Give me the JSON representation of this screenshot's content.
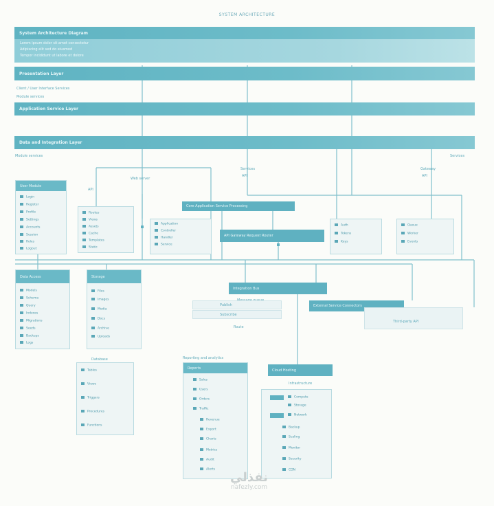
{
  "title": "SYSTEM ARCHITECTURE",
  "header": {
    "title": "System Architecture Diagram",
    "lines": [
      "Lorem ipsum dolor sit amet consectetur",
      "Adipiscing elit sed do eiusmod",
      "Tempor incididunt ut labore et dolore"
    ]
  },
  "layers": {
    "layer1": "Presentation Layer",
    "layer1_caption": "Client / User Interface Services",
    "layer2": "Application Service Layer",
    "layer3": "Data and Integration Layer"
  },
  "connectors": {
    "c1": "API",
    "c2": "API",
    "c3": "API",
    "side_left": "Module services",
    "side_right": "Services",
    "n1_cap": "Web server",
    "n2_cap": "Services",
    "n3_cap": "Gateway"
  },
  "nodes": {
    "users": {
      "title": "User Module",
      "rows": [
        "Login",
        "Register",
        "Profile",
        "Settings",
        "Accounts",
        "Session",
        "Roles",
        "Logout"
      ]
    },
    "web_cap": "Web server",
    "web": {
      "rows": [
        "Routes",
        "Views",
        "Assets",
        "Cache",
        "Templates",
        "Static"
      ]
    },
    "app_cap": "Application",
    "app": {
      "rows": [
        "Controller",
        "Handler",
        "Service"
      ]
    },
    "core": "Core Application Service Processing",
    "gateway": "API Gateway Request Router",
    "svc_r1": {
      "rows": [
        "Auth",
        "Tokens",
        "Keys"
      ]
    },
    "svc_r2": {
      "rows": [
        "Queue",
        "Worker",
        "Events"
      ]
    },
    "svc_r2_cap": "Services",
    "data_left": {
      "title": "Data Access",
      "rows": [
        "Models",
        "Schema",
        "Query",
        "Indexes",
        "Migrations",
        "Seeds",
        "Backups",
        "Logs"
      ]
    },
    "storage": {
      "title": "Storage",
      "rows": [
        "Files",
        "Images",
        "Media",
        "Docs",
        "Archive",
        "Uploads"
      ]
    },
    "mid_bar": "Integration Bus",
    "mid_bar_label": "Message queue",
    "mid_rows": [
      "Publish",
      "Subscribe",
      "Route"
    ],
    "right_bar": "External Service Connectors",
    "right_box_cap": "Third-party API",
    "db_cap": "Database",
    "db": {
      "rows": [
        "Tables",
        "Views",
        "Triggers",
        "Procedures",
        "Functions"
      ]
    },
    "reports_cap": "Reporting and analytics",
    "reports": {
      "title": "Reports",
      "rows": [
        "Sales",
        "Users",
        "Orders",
        "Traffic",
        "Revenue",
        "Export",
        "Charts",
        "Metrics",
        "Audit",
        "Alerts"
      ]
    },
    "cloud": {
      "title": "Cloud Hosting",
      "sub": "Infrastructure",
      "rows": [
        "Compute",
        "Storage",
        "Network",
        "Backup",
        "Scaling",
        "Monitor",
        "Security",
        "CDN"
      ]
    }
  },
  "watermark": {
    "logo": "نفذلي",
    "url": "nafezly.com"
  },
  "colors": {
    "accent": "#5fb1c1",
    "light": "#eef5f5",
    "line": "#7fbfcc"
  }
}
